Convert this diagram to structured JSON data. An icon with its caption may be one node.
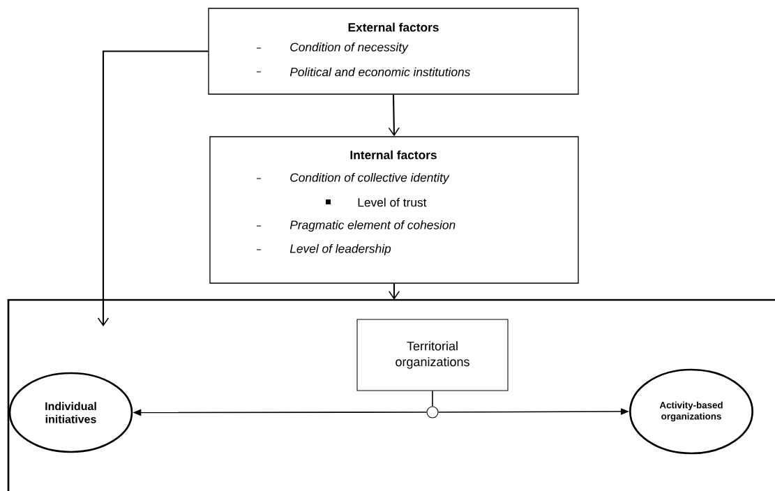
{
  "diagram": {
    "nodes": [
      {
        "text": [
          "External factors",
          "Condition of necessity",
          "Political and economic institutions"
        ]
      },
      {
        "text": [
          "Internal factors",
          "Condition of collective identity",
          "Level of trust",
          "Pragmatic element of cohesion",
          "Level of leadership"
        ]
      },
      {
        "text": [],
        "shape": "box"
      },
      {
        "text": [
          "Territorial organizations"
        ],
        "in": 2
      },
      {
        "text": [
          "Individual initiatives"
        ],
        "in": 2
      },
      {
        "text": [
          "Activity-based organizations"
        ],
        "in": 2
      },
      {
        "text": [],
        "shape": "circle",
        "in": 2
      }
    ],
    "edges": [
      {
        "from": 0,
        "to": 1,
        "arrow": "to"
      },
      {
        "from": 0,
        "to": 2,
        "arrow": "to"
      },
      {
        "from": 1,
        "to": 2,
        "arrow": "to"
      },
      {
        "from": 3,
        "to": 6,
        "arrow": "none"
      },
      {
        "from": 6,
        "to": 4,
        "arrow": "to"
      },
      {
        "from": 6,
        "to": 5,
        "arrow": "to"
      }
    ]
  }
}
